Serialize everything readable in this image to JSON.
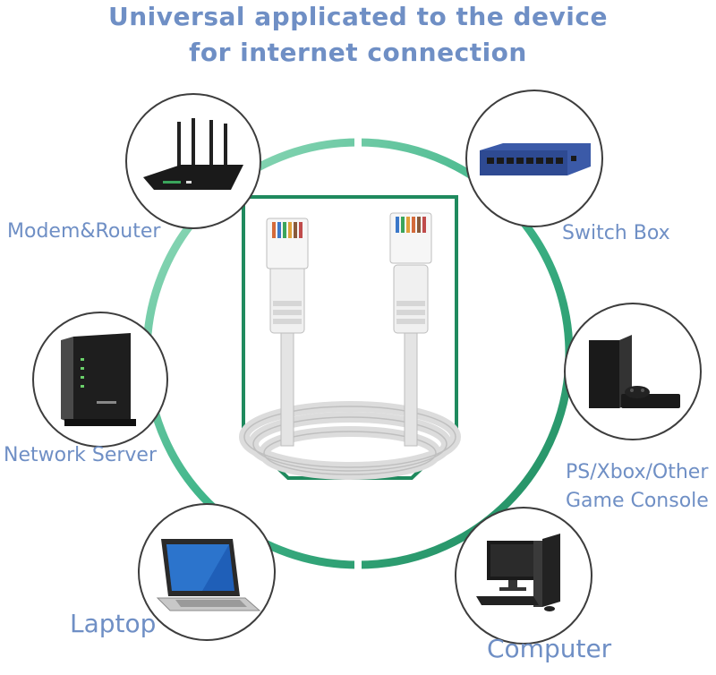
{
  "header": {
    "line1": "Universal applicated to the device",
    "line2": "for internet connection"
  },
  "devices": [
    {
      "id": "modem-router",
      "label": "Modem&Router",
      "icon": "router-icon"
    },
    {
      "id": "switch-box",
      "label": "Switch Box",
      "icon": "network-switch-icon"
    },
    {
      "id": "network-server",
      "label": "Network Server",
      "icon": "server-icon"
    },
    {
      "id": "game-console",
      "label_line1": "PS/Xbox/Other",
      "label_line2": "Game Console",
      "icon": "game-console-icon"
    },
    {
      "id": "laptop",
      "label": "Laptop",
      "icon": "laptop-icon"
    },
    {
      "id": "computer",
      "label": "Computer",
      "icon": "desktop-computer-icon"
    }
  ],
  "colors": {
    "title": "#6f8fc5",
    "ring": "#3eb488",
    "ring_dark": "#1f8a5e",
    "outline": "#3d3d3d"
  }
}
